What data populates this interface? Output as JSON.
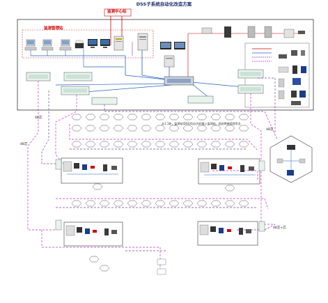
{
  "diagram": {
    "title": "DSS子系统自动化改造方案",
    "control_center_label": "监测中心站",
    "management_station_label": "监测管理站",
    "fiber_labels": {
      "left_inner": "48芯",
      "left_outer": "48芯",
      "right_upper": "48芯",
      "right_lower": "48芯+芯"
    },
    "node_note": "从1,1处，监测站(DSS)均以光纤接入监测站，此处将继续其余点"
  }
}
